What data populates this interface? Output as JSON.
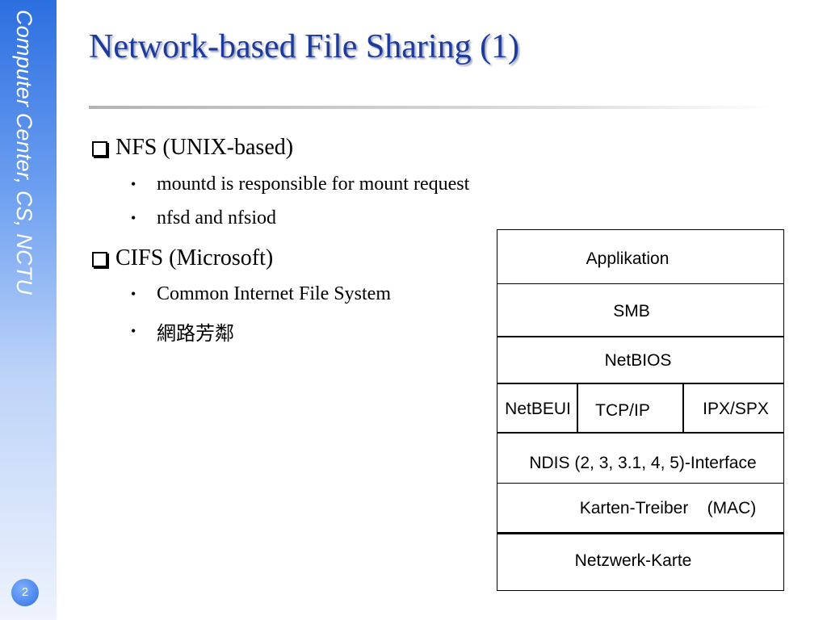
{
  "sidebar": {
    "text": "Computer Center, CS, NCTU"
  },
  "page_number": "2",
  "title": "Network-based File Sharing (1)",
  "bullets": [
    {
      "text": "NFS (UNIX-based)",
      "sub": [
        "mountd is responsible for mount request",
        "nfsd and nfsiod"
      ]
    },
    {
      "text": "CIFS (Microsoft)",
      "sub": [
        "Common Internet File System",
        "網路芳鄰"
      ]
    }
  ],
  "diagram": {
    "layers": {
      "applikation": "Applikation",
      "smb": "SMB",
      "netbios": "NetBIOS",
      "netbeui": "NetBEUI",
      "tcpip": "TCP/IP",
      "ipxspx": "IPX/SPX",
      "ndis": "NDIS (2, 3, 3.1, 4, 5)-Interface",
      "karten": "Karten-Treiber    (MAC)",
      "netzwerk": "Netzwerk-Karte"
    }
  }
}
